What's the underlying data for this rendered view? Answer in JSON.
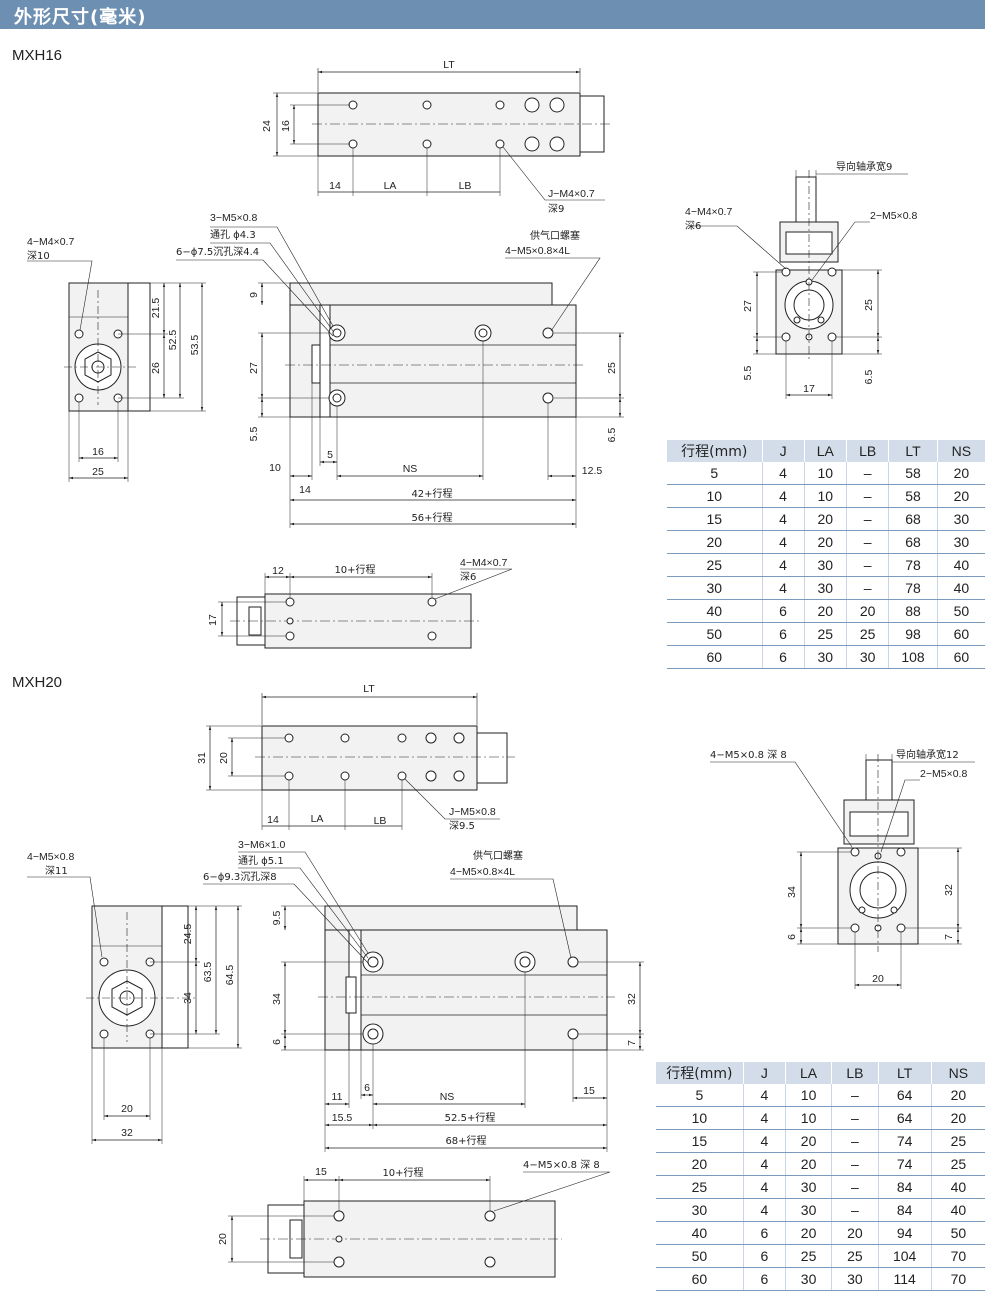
{
  "header": {
    "title": "外形尺寸(毫米)"
  },
  "mxh16": {
    "model": "MXH16",
    "top": {
      "lt": "LT",
      "h24": "24",
      "h16": "16",
      "d14": "14",
      "la": "LA",
      "lb": "LB",
      "jthread": "J−M4×0.7",
      "jdepth": "深9"
    },
    "end": {
      "hole": "4−M4×0.7",
      "depth": "深10",
      "d21_5": "21.5",
      "d52_5": "52.5",
      "d53_5": "53.5",
      "d26": "26",
      "d16": "16",
      "d25": "25"
    },
    "side": {
      "c1": "3−M5×0.8",
      "c2": "通孔 ϕ4.3",
      "c3": "6−ϕ7.5沉孔深4.4",
      "port": "供气口螺塞",
      "port_thread": "4−M5×0.8×4L",
      "d9": "9",
      "d27": "27",
      "d5_5": "5.5",
      "d25": "25",
      "d6_5": "6.5",
      "d10": "10",
      "d5": "5",
      "ns": "NS",
      "d12_5": "12.5",
      "d14": "14",
      "d42": "42+行程",
      "d56": "56+行程"
    },
    "bottom": {
      "d12": "12",
      "stroke": "10+行程",
      "hole": "4−M4×0.7",
      "depth": "深6",
      "d17": "17"
    },
    "right": {
      "guide": "导向轴承宽9",
      "hole": "4−M4×0.7",
      "depth": "深6",
      "thread": "2−M5×0.8",
      "d27": "27",
      "d25": "25",
      "d5_5": "5.5",
      "d17": "17",
      "d6_5": "6.5"
    }
  },
  "mxh20": {
    "model": "MXH20",
    "top": {
      "lt": "LT",
      "h31": "31",
      "h20": "20",
      "d14": "14",
      "la": "LA",
      "lb": "LB",
      "jthread": "J−M5×0.8",
      "jdepth": "深9.5"
    },
    "end": {
      "hole": "4−M5×0.8",
      "depth": "深11",
      "d24_5": "24.5",
      "d63_5": "63.5",
      "d64_5": "64.5",
      "d34": "34",
      "d20": "20",
      "d32": "32"
    },
    "side": {
      "c1": "3−M6×1.0",
      "c2": "通孔 ϕ5.1",
      "c3": "6−ϕ9.3沉孔深8",
      "port": "供气口螺塞",
      "port_thread": "4−M5×0.8×4L",
      "d9_5": "9.5",
      "d34": "34",
      "d6": "6",
      "d32": "32",
      "d7": "7",
      "d11": "11",
      "d6b": "6",
      "ns": "NS",
      "d15": "15",
      "d15_5": "15.5",
      "d52_5": "52.5+行程",
      "d68": "68+行程"
    },
    "bottom": {
      "d15": "15",
      "stroke": "10+行程",
      "hole": "4−M5×0.8 深 8",
      "d20": "20"
    },
    "right": {
      "hole": "4−M5×0.8 深 8",
      "guide": "导向轴承宽12",
      "thread": "2−M5×0.8",
      "d34": "34",
      "d32": "32",
      "d6": "6",
      "d7": "7",
      "d20": "20"
    }
  },
  "table16": {
    "headers": [
      "行程(mm)",
      "J",
      "LA",
      "LB",
      "LT",
      "NS"
    ],
    "rows": [
      [
        "5",
        "4",
        "10",
        "–",
        "58",
        "20"
      ],
      [
        "10",
        "4",
        "10",
        "–",
        "58",
        "20"
      ],
      [
        "15",
        "4",
        "20",
        "–",
        "68",
        "30"
      ],
      [
        "20",
        "4",
        "20",
        "–",
        "68",
        "30"
      ],
      [
        "25",
        "4",
        "30",
        "–",
        "78",
        "40"
      ],
      [
        "30",
        "4",
        "30",
        "–",
        "78",
        "40"
      ],
      [
        "40",
        "6",
        "20",
        "20",
        "88",
        "50"
      ],
      [
        "50",
        "6",
        "25",
        "25",
        "98",
        "60"
      ],
      [
        "60",
        "6",
        "30",
        "30",
        "108",
        "60"
      ]
    ]
  },
  "table20": {
    "headers": [
      "行程(mm)",
      "J",
      "LA",
      "LB",
      "LT",
      "NS"
    ],
    "rows": [
      [
        "5",
        "4",
        "10",
        "–",
        "64",
        "20"
      ],
      [
        "10",
        "4",
        "10",
        "–",
        "64",
        "20"
      ],
      [
        "15",
        "4",
        "20",
        "–",
        "74",
        "25"
      ],
      [
        "20",
        "4",
        "20",
        "–",
        "74",
        "25"
      ],
      [
        "25",
        "4",
        "30",
        "–",
        "84",
        "40"
      ],
      [
        "30",
        "4",
        "30",
        "–",
        "84",
        "40"
      ],
      [
        "40",
        "6",
        "20",
        "20",
        "94",
        "50"
      ],
      [
        "50",
        "6",
        "25",
        "25",
        "104",
        "70"
      ],
      [
        "60",
        "6",
        "30",
        "30",
        "114",
        "70"
      ]
    ]
  }
}
